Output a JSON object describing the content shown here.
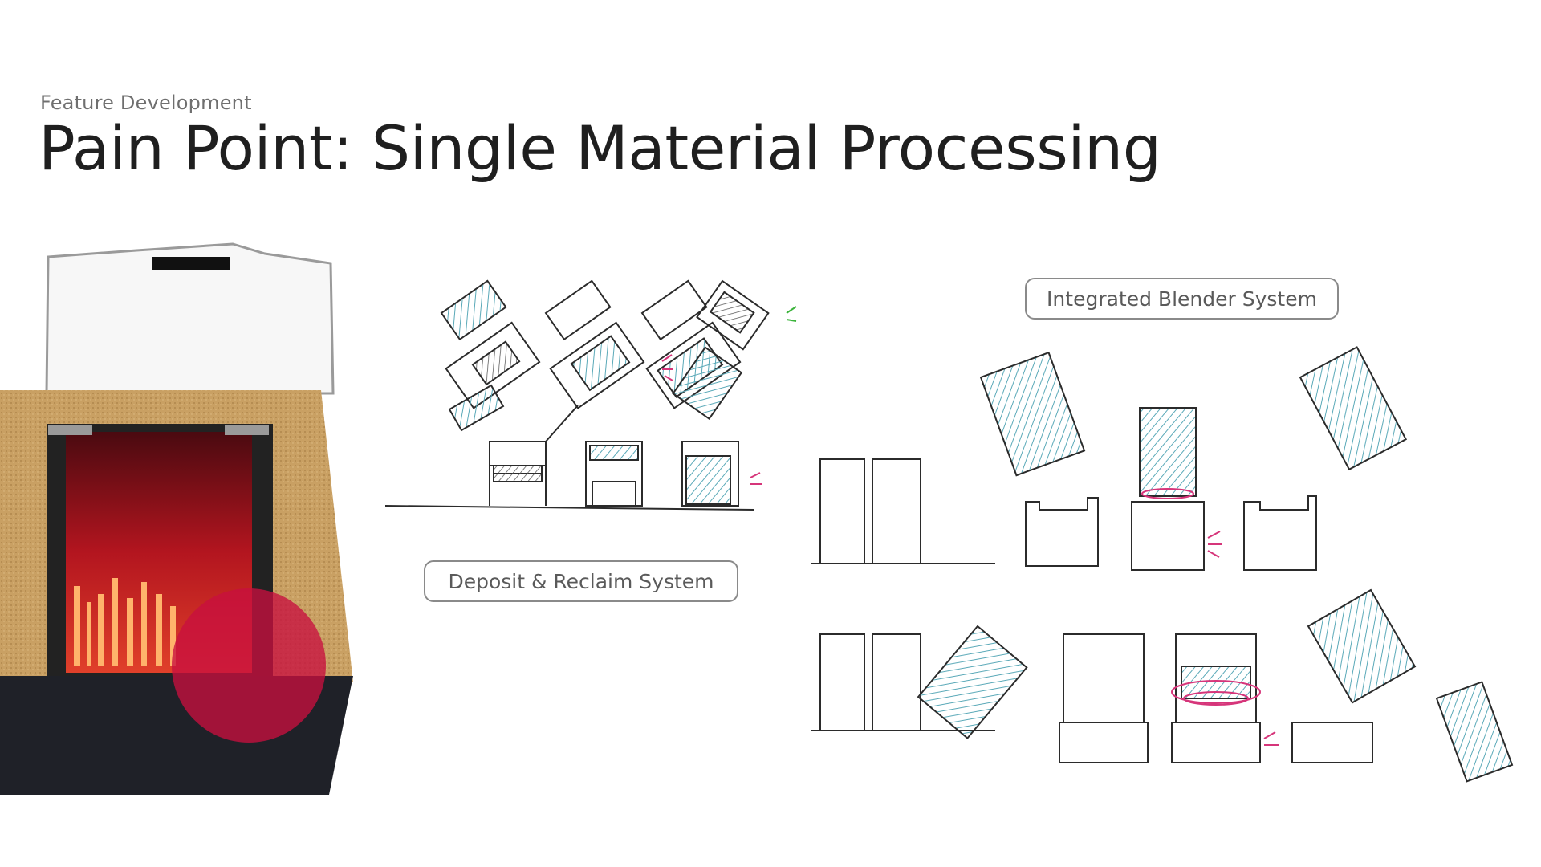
{
  "header": {
    "eyebrow": "Feature Development",
    "title": "Pain Point: Single Material Processing"
  },
  "labels": {
    "deposit_system": "Deposit & Reclaim System",
    "blender_system": "Integrated Blender System"
  },
  "colors": {
    "sketch_line": "#2b2b2b",
    "hatch_teal": "#5aa9b8",
    "accent_magenta": "#d6357a",
    "accent_green": "#3cb43c",
    "highlight_circle": "#c8103f",
    "cork": "#c9a063",
    "shredder_red": "#b3151f"
  }
}
